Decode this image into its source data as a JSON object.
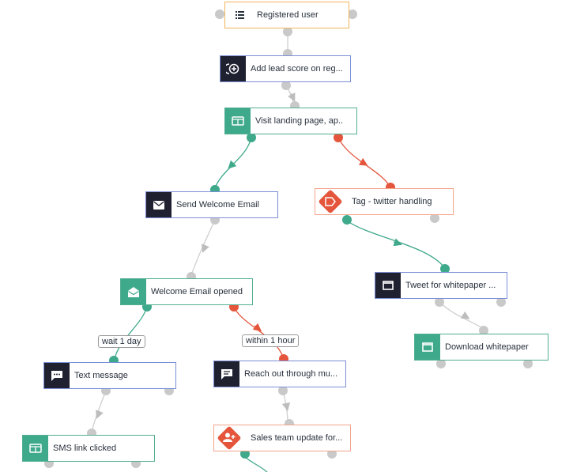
{
  "nodes": {
    "registered_user": "Registered user",
    "add_lead_score": "Add lead score on reg...",
    "visit_landing": "Visit landing page, ap..",
    "send_welcome": "Send Welcome Email",
    "tag_twitter": "Tag - twitter handling",
    "tweet_whitepaper": "Tweet for whitepaper ...",
    "welcome_opened": "Welcome Email opened",
    "download_whitepaper": "Download whitepaper",
    "text_message": "Text message",
    "reach_out": "Reach out through mu...",
    "sms_clicked": "SMS link clicked",
    "sales_update": "Sales team update for..."
  },
  "conditions": {
    "wait": "wait 1 day",
    "within": "within 1 hour"
  },
  "colors": {
    "yes_branch": "#3fa98b",
    "no_branch": "#e4553c",
    "default_branch": "#c9c9c9",
    "icon_dark": "#1f2030",
    "icon_teal": "#3fa98b"
  },
  "icons": {
    "registered_user": "list-icon",
    "add_lead_score": "add-score-icon",
    "visit_landing": "browser-window-icon",
    "send_welcome": "mail-icon",
    "tag_twitter": "tag-icon",
    "tweet_whitepaper": "window-icon",
    "welcome_opened": "open-mail-icon",
    "download_whitepaper": "window-icon",
    "text_message": "chat-icon",
    "reach_out": "message-icon",
    "sms_clicked": "browser-window-icon",
    "sales_update": "user-add-icon"
  }
}
